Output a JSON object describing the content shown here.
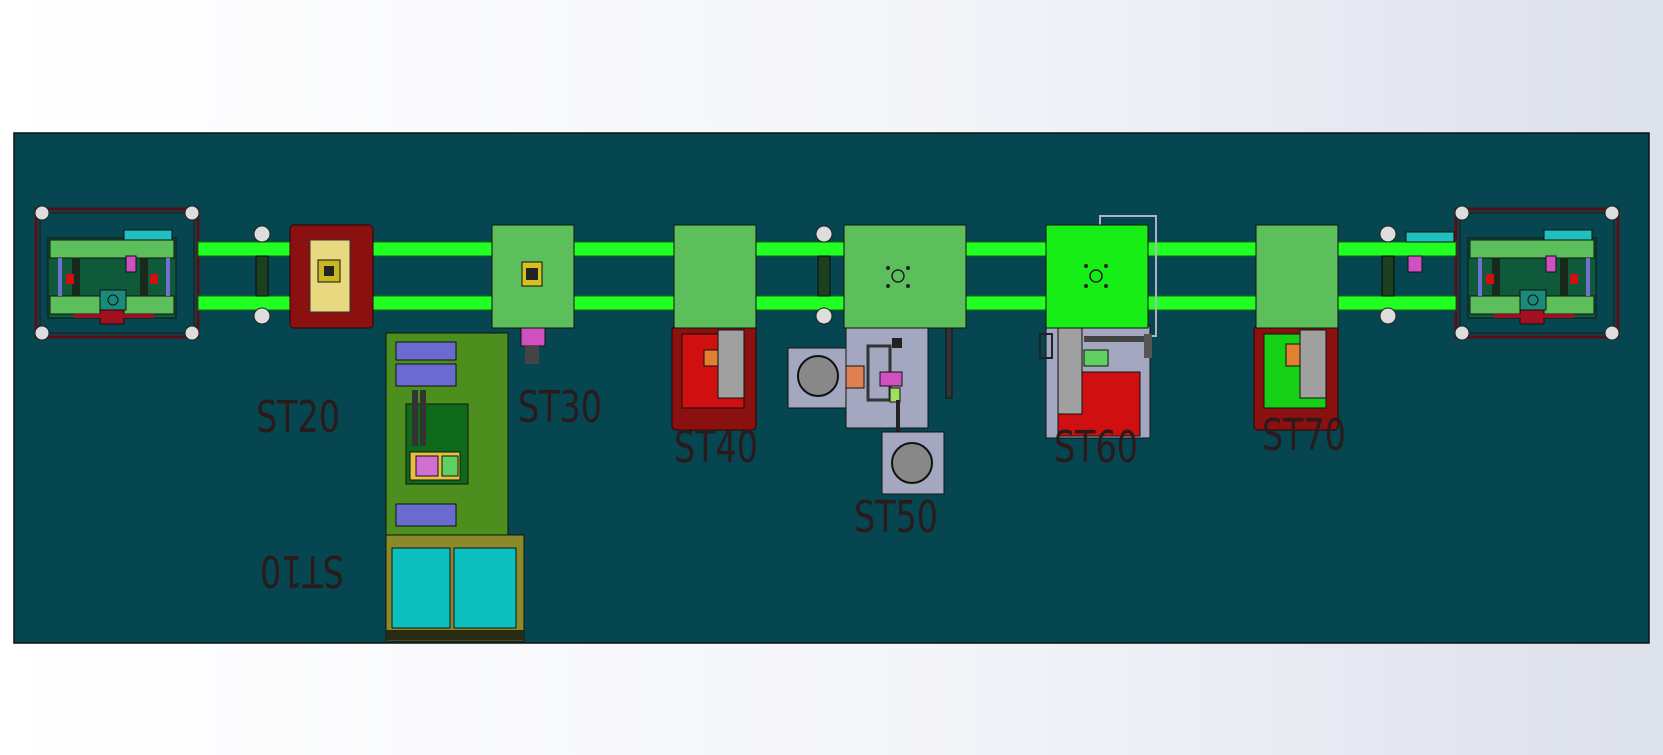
{
  "colors": {
    "background": "#054650",
    "rail": "#22ff22",
    "station_light": "#5cbf5c",
    "station_bright": "#16ee16",
    "station_base_red": "#8b1111",
    "gray_unit": "#a3a8c0",
    "olive_table": "#4c8f1e",
    "cyan_box": "#0cc0c0"
  },
  "stations": {
    "st10": {
      "label": "ST10"
    },
    "st20": {
      "label": "ST20"
    },
    "st30": {
      "label": "ST30"
    },
    "st40": {
      "label": "ST40"
    },
    "st50": {
      "label": "ST50"
    },
    "st60": {
      "label": "ST60"
    },
    "st70": {
      "label": "ST70"
    }
  }
}
